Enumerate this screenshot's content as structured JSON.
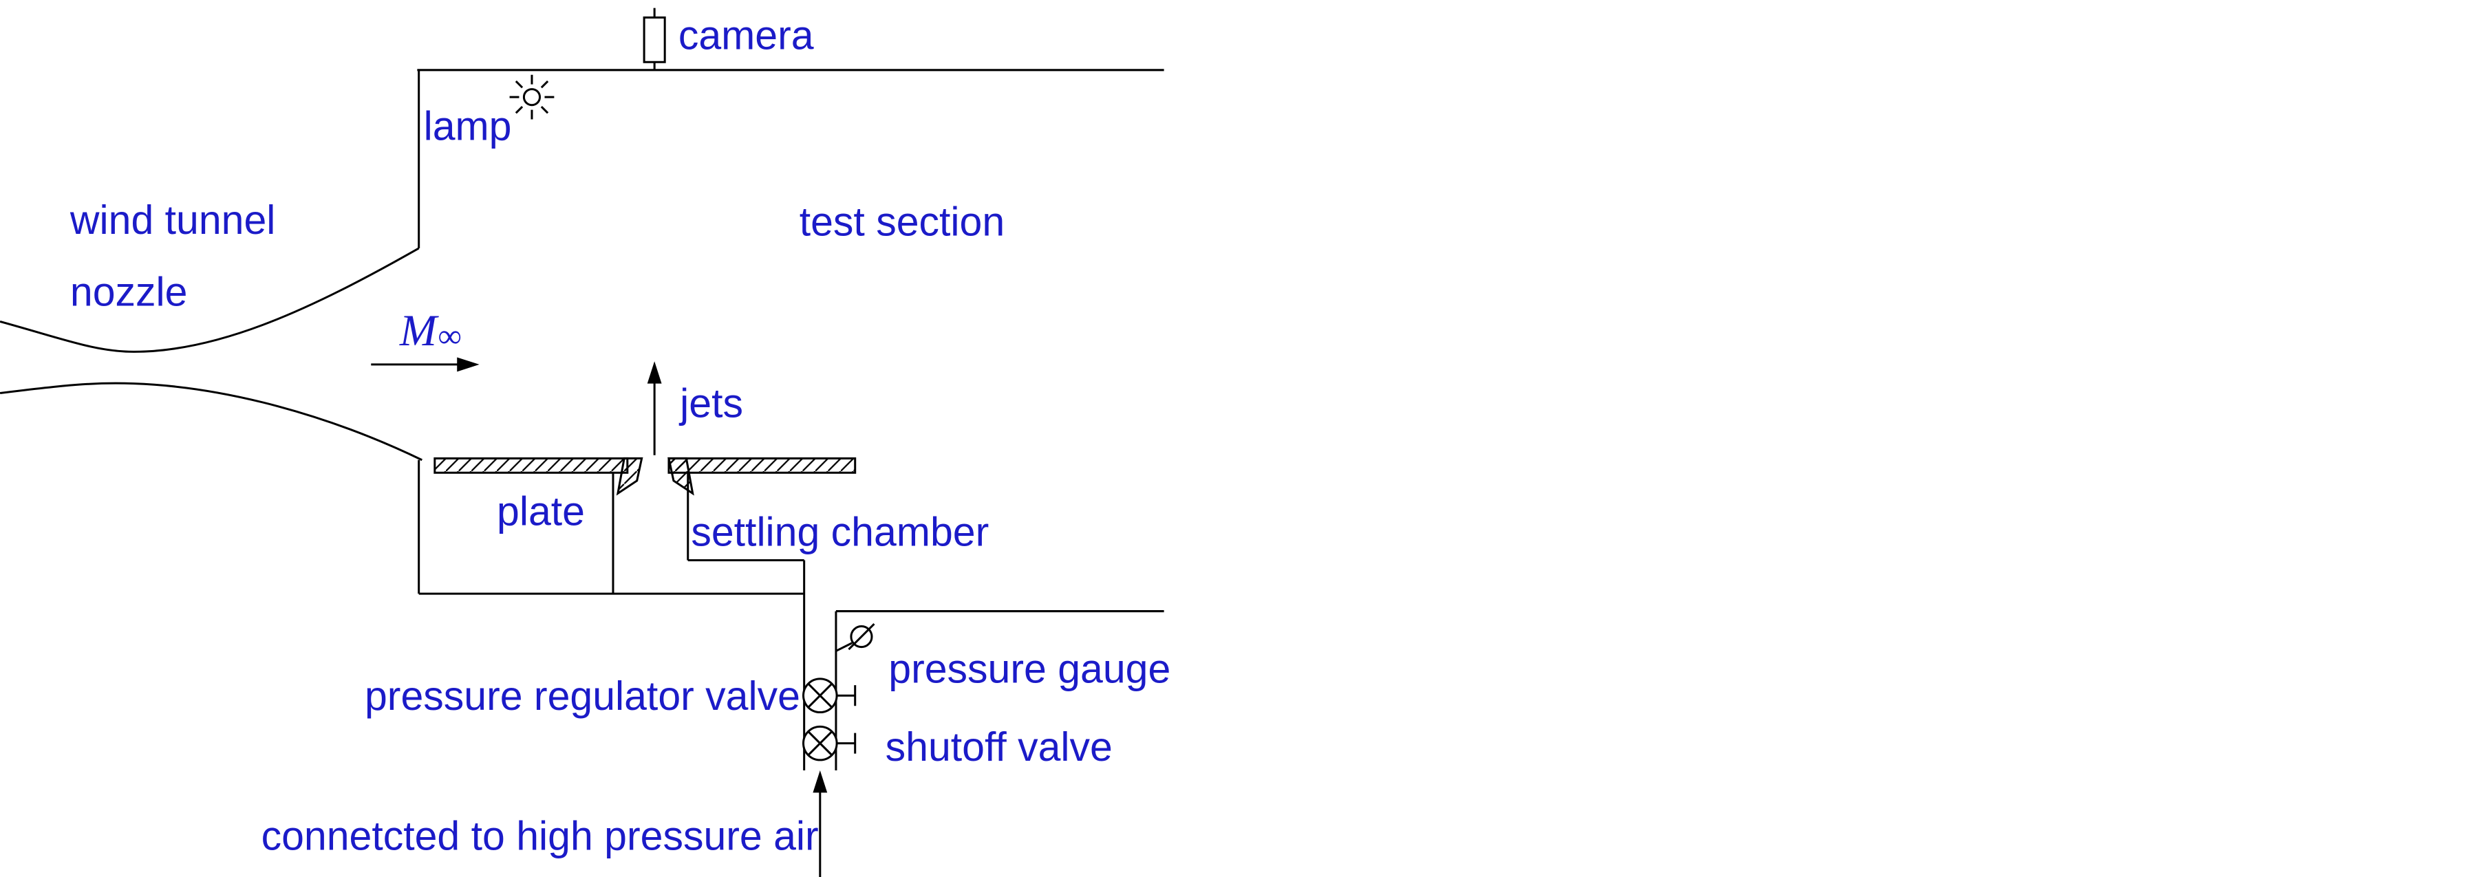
{
  "diagram": {
    "colors": {
      "label": "#1b1bc8",
      "line": "#000000",
      "background": "#ffffff"
    },
    "labels": {
      "camera": "camera",
      "lamp": "lamp",
      "wind_tunnel": "wind tunnel",
      "nozzle": "nozzle",
      "test_section": "test section",
      "mach_m": "M",
      "mach_inf": "∞",
      "jets": "jets",
      "plate": "plate",
      "settling_chamber": "settling chamber",
      "pressure_gauge": "pressure gauge",
      "pressure_regulator_valve": "pressure regulator valve",
      "shutoff_valve": "shutoff valve",
      "high_pressure_air": "connetcted to high pressure air"
    }
  }
}
